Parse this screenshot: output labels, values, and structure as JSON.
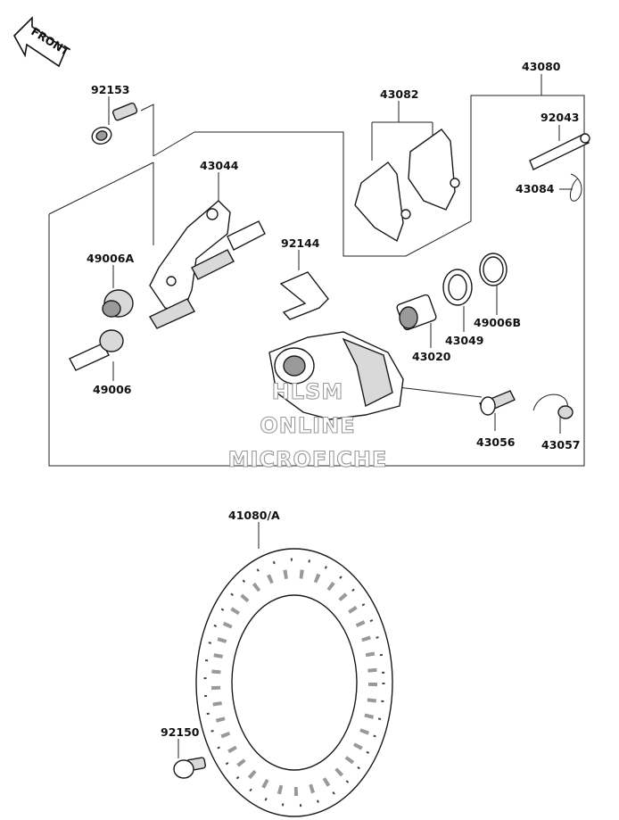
{
  "front_arrow": {
    "label": "FRONT"
  },
  "callouts": {
    "p92153": "92153",
    "p43044": "43044",
    "p43082": "43082",
    "p43080": "43080",
    "p92043": "92043",
    "p43084": "43084",
    "p92144": "92144",
    "p49006A": "49006A",
    "p49006": "49006",
    "p43020": "43020",
    "p43049": "43049",
    "p49006B": "49006B",
    "p43056": "43056",
    "p43057": "43057",
    "p41080A": "41080/A",
    "p92150": "92150"
  },
  "watermark": {
    "line1": "HLSM",
    "line2": "ONLINE",
    "line3": "MICROFICHE"
  }
}
